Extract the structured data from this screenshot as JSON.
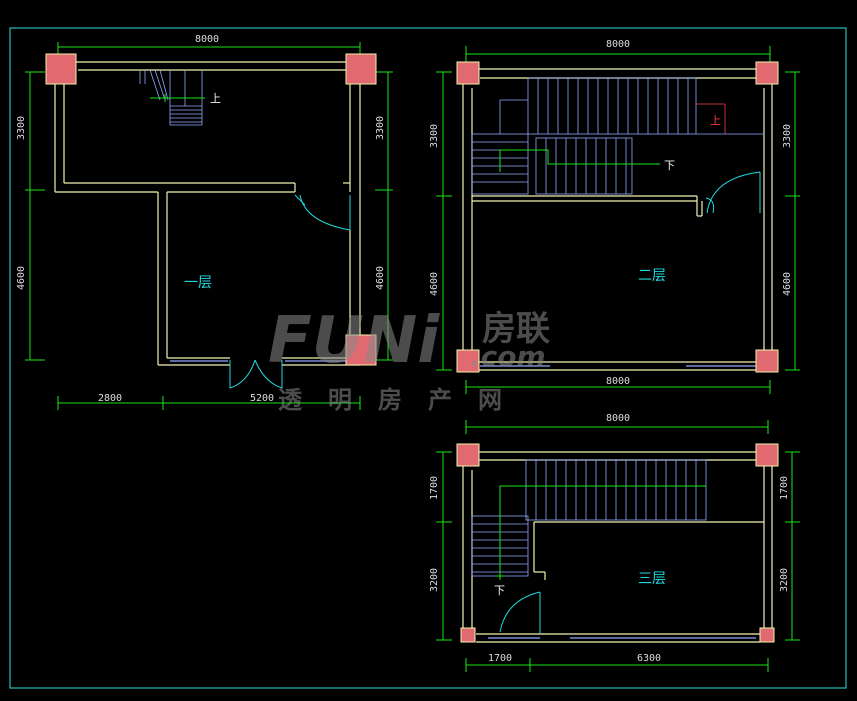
{
  "colors": {
    "background": "#000000",
    "wall": "#f2f2b0",
    "column": "#e06a70",
    "dimension_line": "#19e619",
    "frame": "#2de0e0",
    "stairs": "#8fa8ff",
    "door": "#22d8e0",
    "text": "#dcdcdc"
  },
  "plans": [
    {
      "name": "floor-1",
      "room_label": "一层",
      "dims": {
        "top": "8000",
        "left_upper": "3300",
        "left_lower": "4600",
        "right_upper": "3300",
        "right_lower": "4600",
        "bottom_left": "2800",
        "bottom_right": "5200"
      },
      "stair_label": "上"
    },
    {
      "name": "floor-2",
      "room_label": "二层",
      "dims": {
        "top": "8000",
        "left_upper": "3300",
        "left_lower": "4600",
        "right_upper": "3300",
        "right_lower": "4600",
        "bottom": "8000"
      },
      "stair_label_down": "下",
      "stair_label_up": "上"
    },
    {
      "name": "floor-3",
      "room_label": "三层",
      "dims": {
        "top": "8000",
        "left_upper": "1700",
        "left_lower": "3200",
        "right_upper": "1700",
        "right_lower": "3200",
        "bottom_left": "1700",
        "bottom_right": "6300"
      },
      "stair_label": "下"
    }
  ],
  "watermark": {
    "logo_text": "FUNi",
    "brand_cn": "房联",
    "domain": ".com",
    "slogan": "透明房产网"
  }
}
